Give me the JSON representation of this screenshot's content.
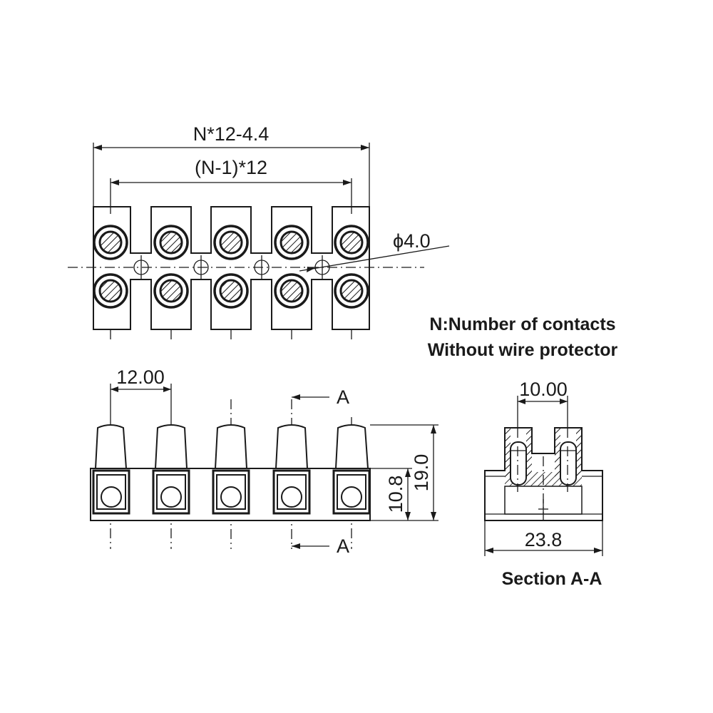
{
  "top_view": {
    "dim_overall": "N*12-4.4",
    "dim_pitch_total": "(N-1)*12",
    "dim_hole": "ϕ4.0",
    "contacts": 5
  },
  "notes": {
    "line1": "N:Number of contacts",
    "line2": "Without wire protector"
  },
  "front_view": {
    "dim_pitch": "12.00",
    "dim_height_total": "19.0",
    "dim_height_body": "10.8",
    "section_mark_top": "A",
    "section_mark_bottom": "A"
  },
  "section_view": {
    "dim_screw_spacing": "10.00",
    "dim_width": "23.8",
    "title": "Section A-A"
  }
}
